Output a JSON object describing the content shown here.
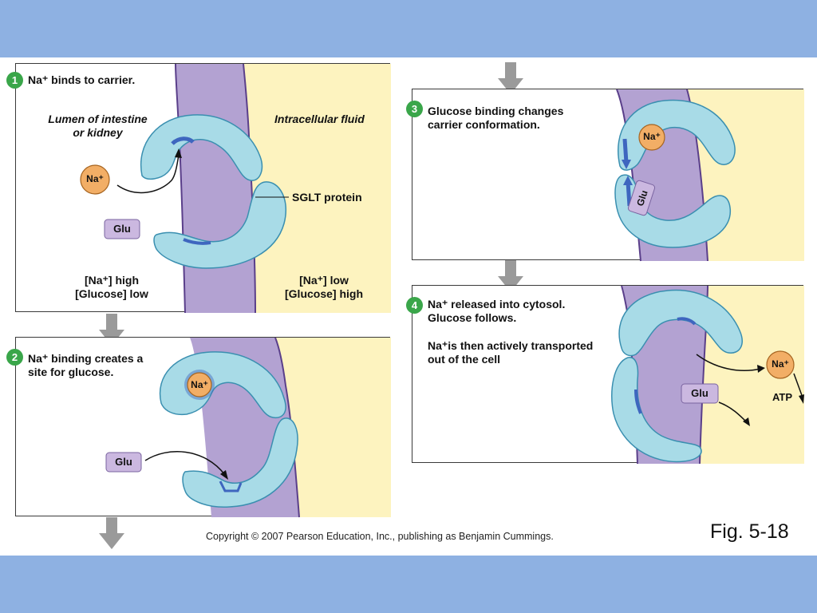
{
  "colors": {
    "band": "#8eb1e2",
    "membrane": "#b3a2d2",
    "intracellular": "#fdf3bf",
    "protein": "#a8dbe7",
    "sodium": "#f2ae66",
    "glucose": "#cbb8e0",
    "step_badge": "#3aa64a",
    "flow_arrow": "#9a9a9a"
  },
  "panel1": {
    "step": "1",
    "caption": "Na⁺ binds to carrier.",
    "lumen_label_line1": "Lumen of intestine",
    "lumen_label_line2": "or kidney",
    "intracellular_label": "Intracellular fluid",
    "protein_label": "SGLT protein",
    "na_label": "Na⁺",
    "glu_label": "Glu",
    "lumen_conc_line1": "[Na⁺] high",
    "lumen_conc_line2": "[Glucose] low",
    "cell_conc_line1": "[Na⁺] low",
    "cell_conc_line2": "[Glucose] high"
  },
  "panel2": {
    "step": "2",
    "caption_line1": "Na⁺ binding creates a",
    "caption_line2": "site for glucose.",
    "na_label": "Na⁺",
    "glu_label": "Glu"
  },
  "panel3": {
    "step": "3",
    "caption_line1": "Glucose binding changes",
    "caption_line2": "carrier conformation.",
    "na_label": "Na⁺",
    "glu_label": "Glu"
  },
  "panel4": {
    "step": "4",
    "caption_line1": "Na⁺ released into cytosol.",
    "caption_line2": "Glucose follows.",
    "note_line1": "Na⁺is then actively transported",
    "note_line2": "out of the cell",
    "na_label": "Na⁺",
    "glu_label": "Glu",
    "atp_label": "ATP"
  },
  "footer": {
    "copyright": "Copyright © 2007 Pearson Education, Inc., publishing as Benjamin Cummings.",
    "figure": "Fig. 5-18"
  }
}
